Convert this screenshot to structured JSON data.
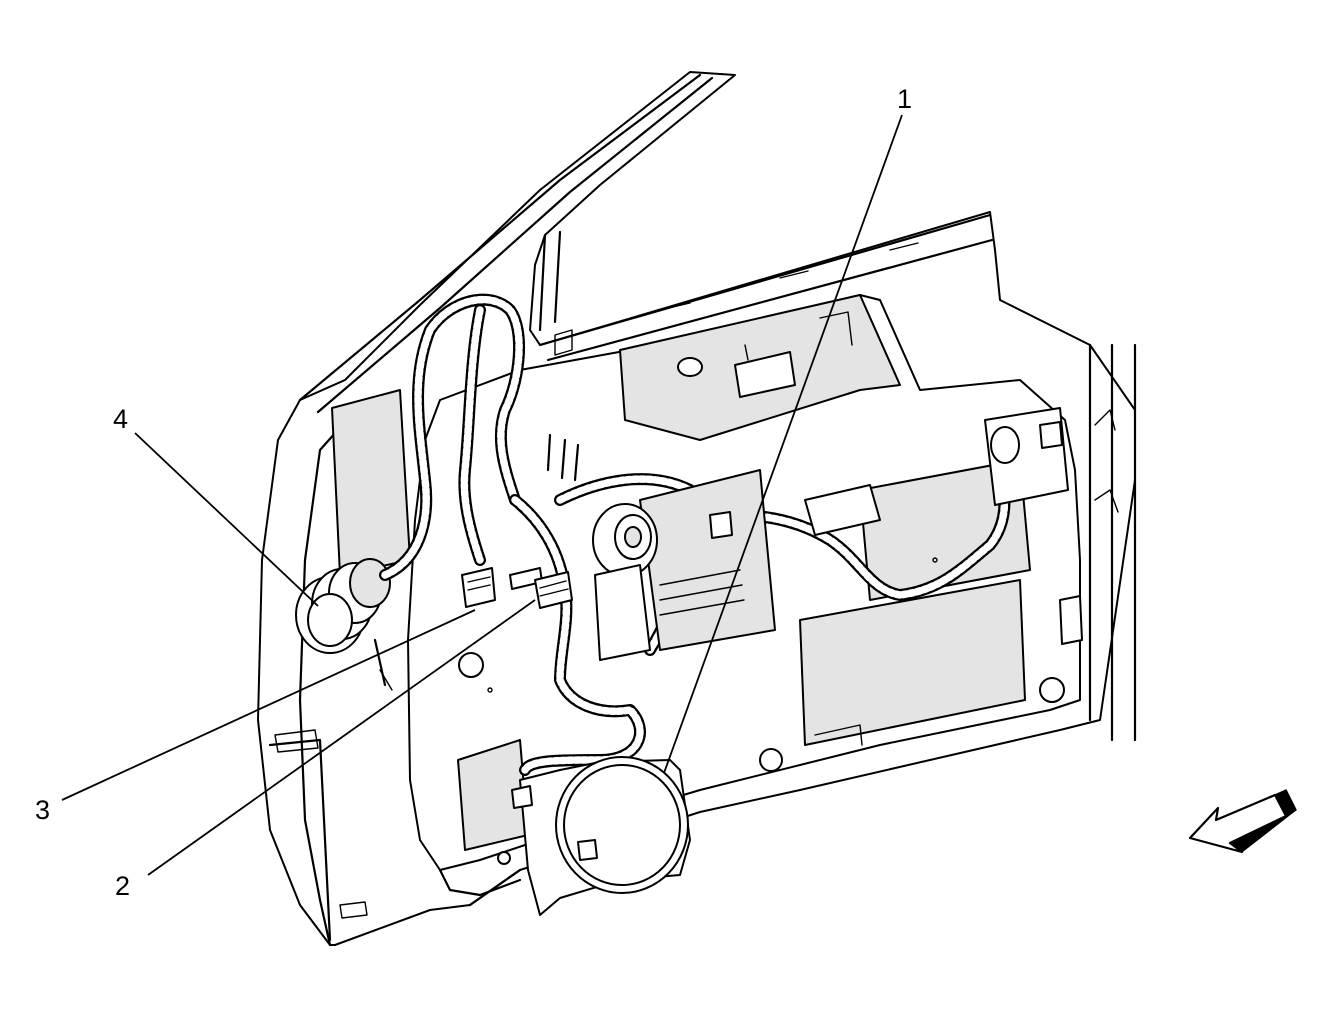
{
  "callouts": [
    {
      "id": "1",
      "label": "1"
    },
    {
      "id": "2",
      "label": "2"
    },
    {
      "id": "3",
      "label": "3"
    },
    {
      "id": "4",
      "label": "4"
    }
  ],
  "colors": {
    "line": "#000000",
    "shade": "#e4e4e4",
    "background": "#ffffff"
  },
  "icons": [
    "direction-arrow-icon"
  ]
}
